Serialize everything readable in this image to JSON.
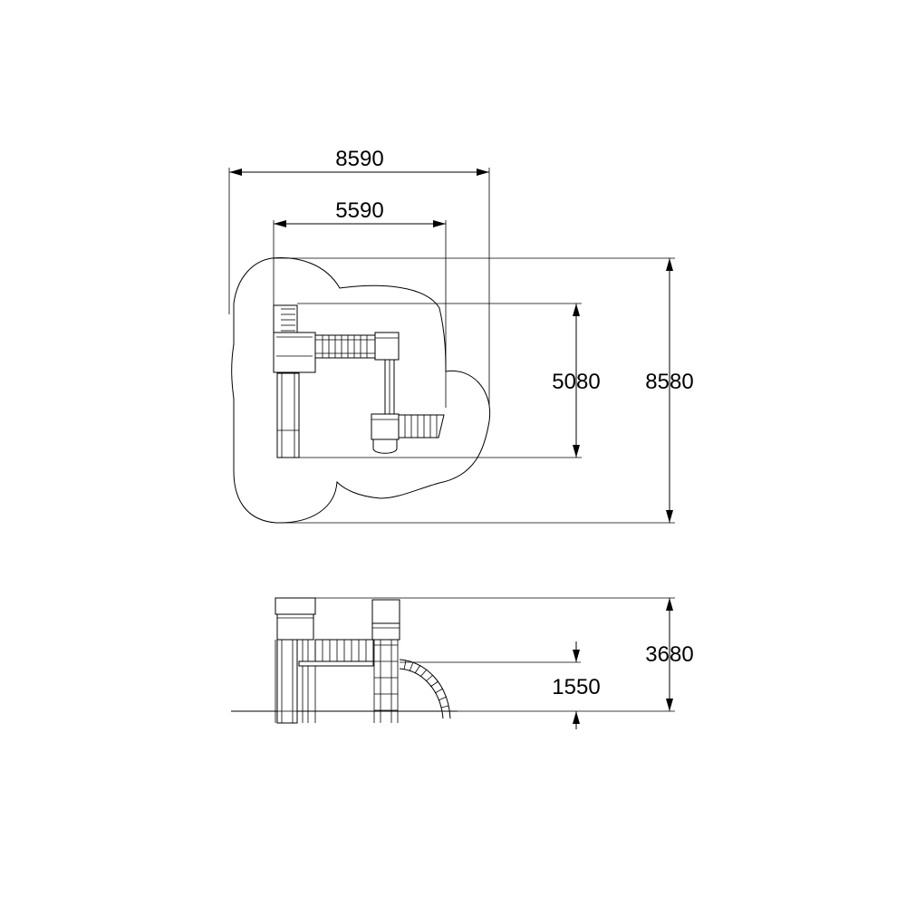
{
  "drawing": {
    "plan_view": {
      "dimensions": {
        "overall_width": "8590",
        "structure_width": "5590",
        "structure_depth": "5080",
        "overall_depth": "8580"
      }
    },
    "elevation_view": {
      "dimensions": {
        "overall_height": "3680",
        "platform_height": "1550"
      }
    }
  }
}
